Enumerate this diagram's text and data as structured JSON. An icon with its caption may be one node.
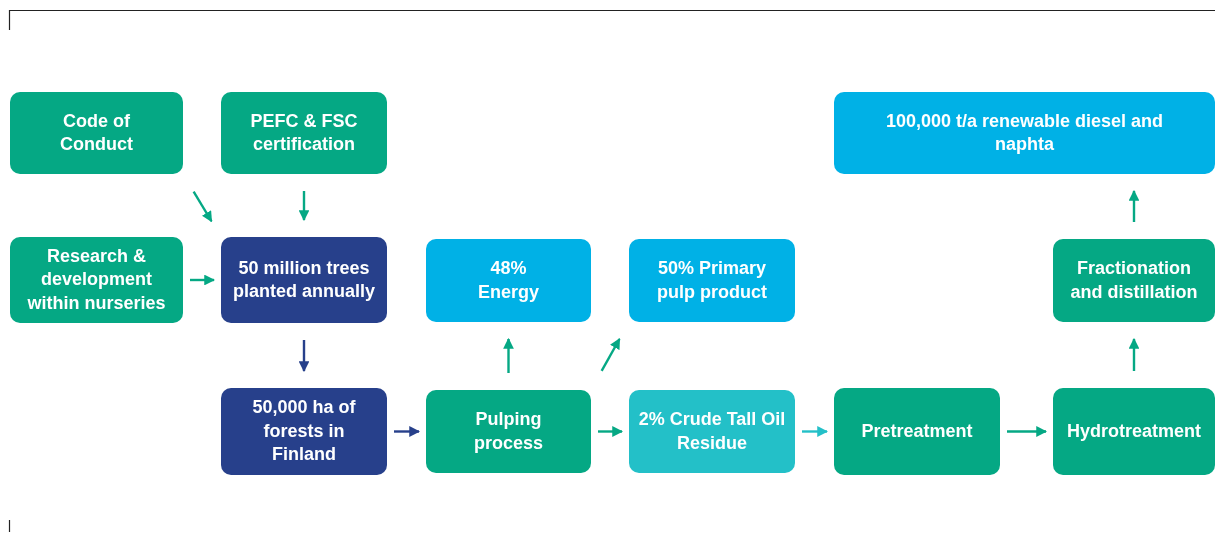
{
  "diagram": {
    "nodes": [
      {
        "text": [
          "Code of Conduct"
        ]
      },
      {
        "text": [
          "PEFC & FSC certification"
        ]
      },
      {
        "text": [
          "100,000 t/a renewable diesel and naphta"
        ]
      },
      {
        "text": [
          "Research & development within nurseries"
        ]
      },
      {
        "text": [
          "50 million trees planted annually"
        ]
      },
      {
        "text": [
          "48% Energy"
        ]
      },
      {
        "text": [
          "50% Primary pulp product"
        ]
      },
      {
        "text": [
          "Fractionation and distillation"
        ]
      },
      {
        "text": [
          "50,000 ha of forests in Finland"
        ]
      },
      {
        "text": [
          "Pulping process"
        ]
      },
      {
        "text": [
          "2% Crude Tall Oil Residue"
        ]
      },
      {
        "text": [
          "Pretreatment"
        ]
      },
      {
        "text": [
          "Hydrotreatment"
        ]
      }
    ],
    "edges": [
      {
        "from": 0,
        "to": 4,
        "arrow": "to"
      },
      {
        "from": 1,
        "to": 4,
        "arrow": "to"
      },
      {
        "from": 3,
        "to": 4,
        "arrow": "to"
      },
      {
        "from": 4,
        "to": 8,
        "arrow": "to",
        "color": "#27408b"
      },
      {
        "from": 8,
        "to": 9,
        "arrow": "to",
        "color": "#27408b"
      },
      {
        "from": 9,
        "to": 5,
        "arrow": "to"
      },
      {
        "from": 9,
        "to": 6,
        "arrow": "to"
      },
      {
        "from": 9,
        "to": 10,
        "arrow": "to"
      },
      {
        "from": 10,
        "to": 11,
        "arrow": "to",
        "color": "#23c0c8"
      },
      {
        "from": 11,
        "to": 12,
        "arrow": "to"
      },
      {
        "from": 12,
        "to": 7,
        "arrow": "to"
      },
      {
        "from": 7,
        "to": 2,
        "arrow": "to"
      }
    ]
  }
}
